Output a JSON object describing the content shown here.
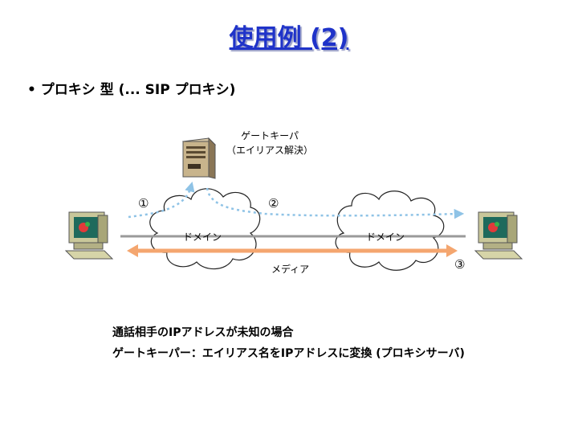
{
  "slide": {
    "title": "使用例 (2)",
    "bullet": "• プロキシ 型 (... SIP プロキシ)"
  },
  "diagram": {
    "gatekeeper_label_line1": "ゲートキーパ",
    "gatekeeper_label_line2": "（エイリアス解決）",
    "step1": "①",
    "step2": "②",
    "step3": "③",
    "domain_left": "ドメイン",
    "domain_right": "ドメイン",
    "media_label": "メディア",
    "colors": {
      "title": "#1f33c9",
      "media_arrow": "#f4a66f",
      "signal_arrow": "#8fc3e6",
      "link_line": "#9a9a9a"
    }
  },
  "notes": {
    "line1": "通話相手のIPアドレスが未知の場合",
    "line2": "ゲートキーパー：エイリアス名をIPアドレスに変換 (プロキシサーバ)"
  }
}
